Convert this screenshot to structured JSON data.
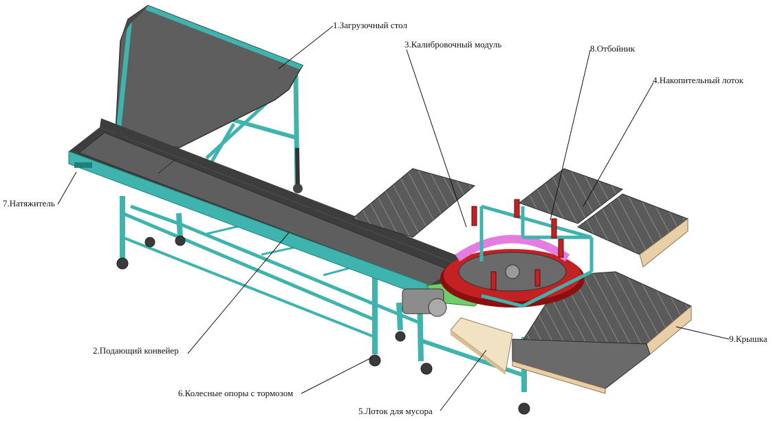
{
  "diagram": {
    "labels": {
      "l1": "1.Загрузочный стол",
      "l2": "2.Подающий конвейер",
      "l3": "3.Калибровочный модуль",
      "l4": "4.Накопительный лоток",
      "l5": "5.Лоток для мусора",
      "l6": "6.Колесные опоры с тормозом",
      "l7": "7.Натяжитель",
      "l8": "8.Отбойник",
      "l9": "9.Крышка"
    },
    "colors": {
      "frame": "#3fb3ad",
      "frame_dark": "#1f7f7a",
      "belt": "#5e5e5e",
      "belt_dark": "#3d3d3d",
      "tray_wood": "#e8cfa8",
      "ring_pink": "#e47de0",
      "ring_red": "#c42222",
      "chute_green": "#6ccf6a",
      "leader": "#111111"
    }
  }
}
